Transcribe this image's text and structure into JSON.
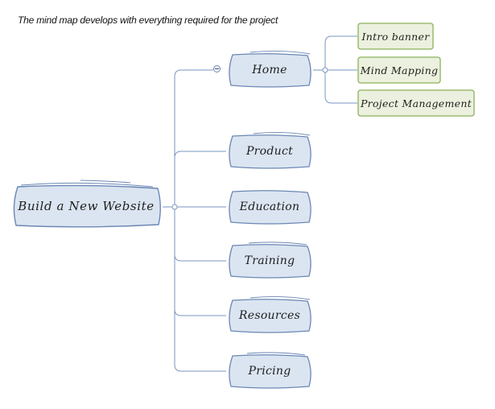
{
  "caption": "The mind map develops with everything required for the project",
  "root": {
    "label": "Build a New Website"
  },
  "branches": [
    {
      "id": "home",
      "label": "Home",
      "expanded": true
    },
    {
      "id": "product",
      "label": "Product"
    },
    {
      "id": "education",
      "label": "Education"
    },
    {
      "id": "training",
      "label": "Training"
    },
    {
      "id": "resources",
      "label": "Resources"
    },
    {
      "id": "pricing",
      "label": "Pricing"
    }
  ],
  "home_children": [
    {
      "label": "Intro banner"
    },
    {
      "label": "Mind Mapping"
    },
    {
      "label": "Project Management"
    }
  ],
  "colors": {
    "branch_fill": "#dbe5f1",
    "branch_stroke": "#6b87b4",
    "leaf_fill": "#ebf1de",
    "leaf_stroke": "#8db15a",
    "connector": "#7a96c0"
  },
  "icons": {
    "collapse_toggle": "minus-circle-icon"
  }
}
